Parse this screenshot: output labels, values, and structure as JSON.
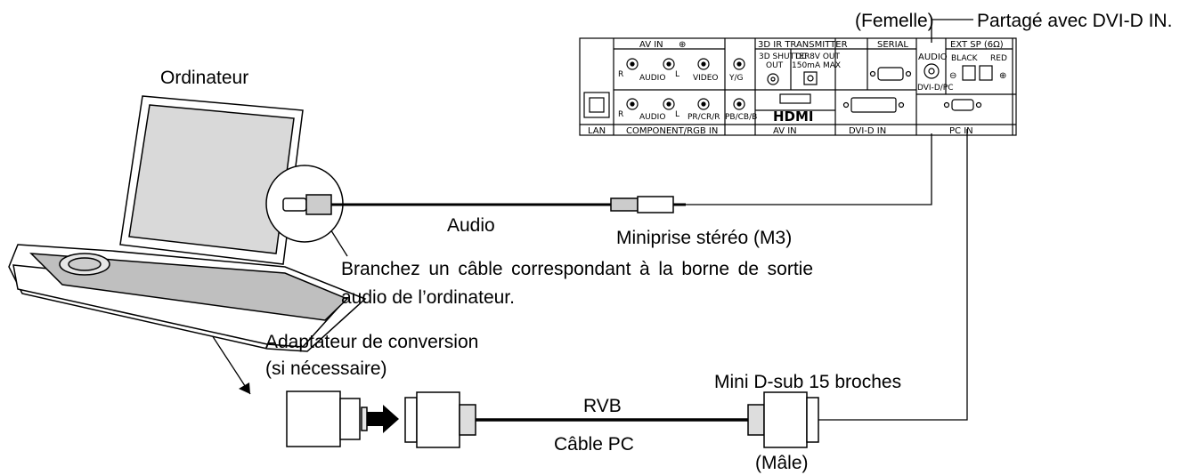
{
  "labels": {
    "female": "(Femelle)",
    "shared": "Partagé avec DVI-D IN.",
    "computer": "Ordinateur",
    "audio": "Audio",
    "stereo_plug": "Miniprise stéréo (M3)",
    "note": "Branchez un câble correspondant à la borne de sortie audio de l’ordinateur.",
    "adapter": "Adaptateur de conversion",
    "adapter_note": "(si nécessaire)",
    "dsub": "Mini D-sub 15 broches",
    "rgb": "RVB",
    "pc_cable": "Câble PC",
    "male": "(Mâle)"
  },
  "panel": {
    "av_in": "AV IN",
    "ir_transmitter": "3D IR TRANSMITTER",
    "serial": "SERIAL",
    "audio": "AUDIO",
    "ext_sp": "EXT SP (6Ω)",
    "shutter_out_1": "3D SHUTTER",
    "shutter_out_2": "OUT",
    "dc_out_1": "DC 8V OUT",
    "dc_out_2": "150mA MAX",
    "black": "BLACK",
    "red": "RED",
    "r": "R",
    "l": "L",
    "audio_small": "AUDIO",
    "video": "VIDEO",
    "y_g": "Y/G",
    "pr": "PR/CR/R",
    "pb": "PB/CB/B",
    "hdmi": "HDMI",
    "dvi_pc": "DVI-D/PC",
    "lan": "LAN",
    "component_rgb_in": "COMPONENT/RGB IN",
    "av_in_bottom": "AV IN",
    "dvi_d_in": "DVI-D IN",
    "pc_in": "PC IN",
    "minus": "⊖",
    "plus": "⊕",
    "input_symbol": "⊕"
  }
}
